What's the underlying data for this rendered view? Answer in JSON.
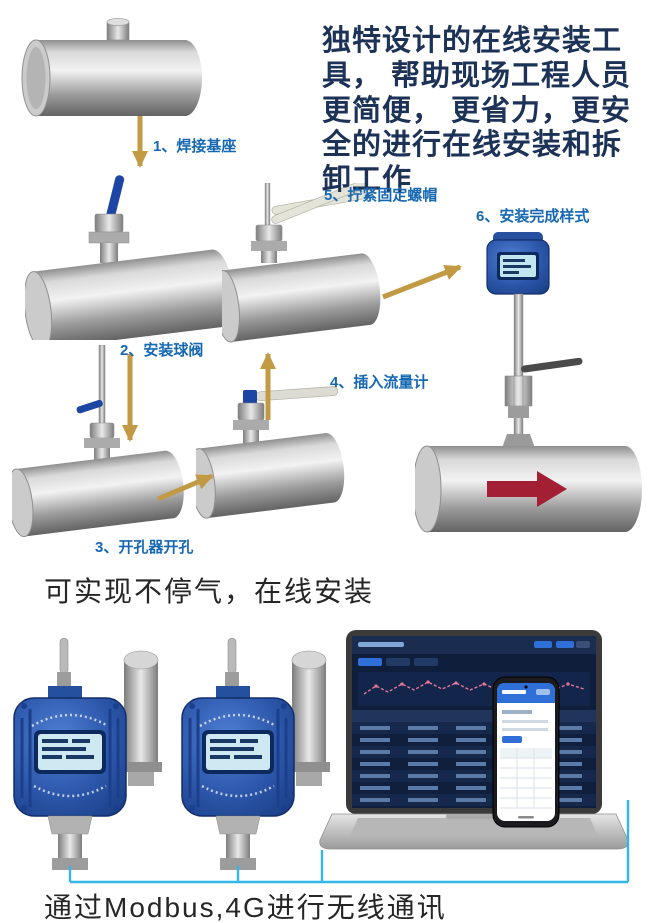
{
  "intro": {
    "text": "独特设计的在线安装工具， 帮助现场工程人员更简便， 更省力，更安全的进行在线安装和拆卸工作"
  },
  "steps": [
    {
      "label": "1、焊接基座"
    },
    {
      "label": "2、安装球阀"
    },
    {
      "label": "3、开孔器开孔"
    },
    {
      "label": "4、插入流量计"
    },
    {
      "label": "5、拧紧固定螺帽"
    },
    {
      "label": "6、安装完成样式"
    }
  ],
  "captions": {
    "online_install": "可实现不停气，在线安装",
    "communication": "通过Modbus,4G进行无线通讯"
  },
  "colors": {
    "intro_text": "#1c3257",
    "step_label_blue": "#1668b3",
    "arrow_gold": "#c39a44",
    "caption_text": "#262626",
    "device_blue": "#2b55a8",
    "connection_line_blue": "#35b6e9",
    "flow_arrow_red": "#a31f34"
  }
}
